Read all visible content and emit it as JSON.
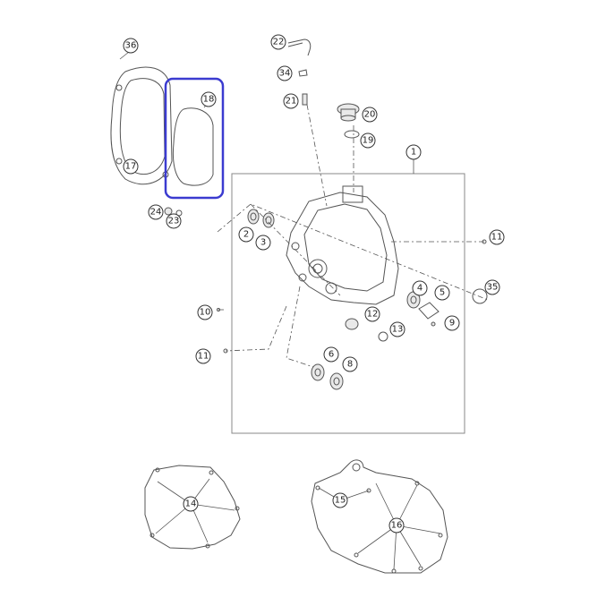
{
  "diagram": {
    "callouts": {
      "c1": "1",
      "c2": "2",
      "c3": "3",
      "c4": "4",
      "c5": "5",
      "c6": "6",
      "c8": "8",
      "c9": "9",
      "c10": "10",
      "c11a": "11",
      "c11b": "11",
      "c12": "12",
      "c13": "13",
      "c14": "14",
      "c15": "15",
      "c16": "16",
      "c17": "17",
      "c18": "18",
      "c19": "19",
      "c20": "20",
      "c21": "21",
      "c22": "22",
      "c23": "23",
      "c24": "24",
      "c34": "34",
      "c35": "35",
      "c36": "36"
    },
    "highlight_color": "#3b3bd0",
    "highlighted_part": "18"
  }
}
